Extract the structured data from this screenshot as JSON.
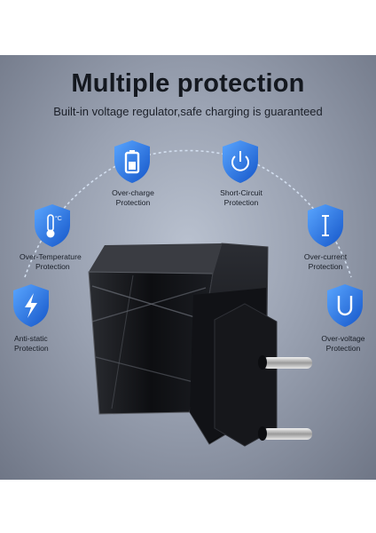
{
  "heading": {
    "title": "Multiple protection",
    "subtitle": "Built-in voltage regulator,safe charging is guaranteed"
  },
  "features": [
    {
      "line1": "Over-charge",
      "line2": "Protection",
      "icon": "battery-icon"
    },
    {
      "line1": "Short-Circuit",
      "line2": "Protection",
      "icon": "power-icon"
    },
    {
      "line1": "Over-Temperature",
      "line2": "Protection",
      "icon": "thermometer-icon"
    },
    {
      "line1": "Over-current",
      "line2": "Protection",
      "icon": "current-icon"
    },
    {
      "line1": "Anti-static",
      "line2": "Protection",
      "icon": "lightning-icon"
    },
    {
      "line1": "Over-voltage",
      "line2": "Protection",
      "icon": "voltage-icon"
    }
  ],
  "thermo_unit": "°C",
  "colors": {
    "shield_blue": "#1e6fe0",
    "shield_light": "#4f9af5",
    "background": "#9aa2b2"
  }
}
